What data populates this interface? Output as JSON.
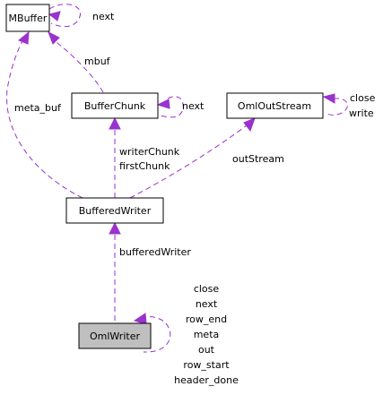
{
  "colors": {
    "edge": "#9a32cd",
    "node_border": "#000000",
    "node_fill": "#ffffff",
    "highlight_fill": "#bfbfbf"
  },
  "nodes": {
    "mbuffer": "MBuffer",
    "bufferchunk": "BufferChunk",
    "omloutstream": "OmlOutStream",
    "bufferedwriter": "BufferedWriter",
    "omlwriter": "OmlWriter"
  },
  "edges": {
    "mbuffer_next": "next",
    "mbuf": "mbuf",
    "meta_buf": "meta_buf",
    "bufferchunk_next": "next",
    "outstream_close": "close",
    "outstream_write": "write",
    "writer_chunk": "writerChunk",
    "first_chunk": "firstChunk",
    "out_stream": "outStream",
    "buffered_writer": "bufferedWriter",
    "omlwriter_self": [
      "close",
      "next",
      "row_end",
      "meta",
      "out",
      "row_start",
      "header_done"
    ]
  }
}
